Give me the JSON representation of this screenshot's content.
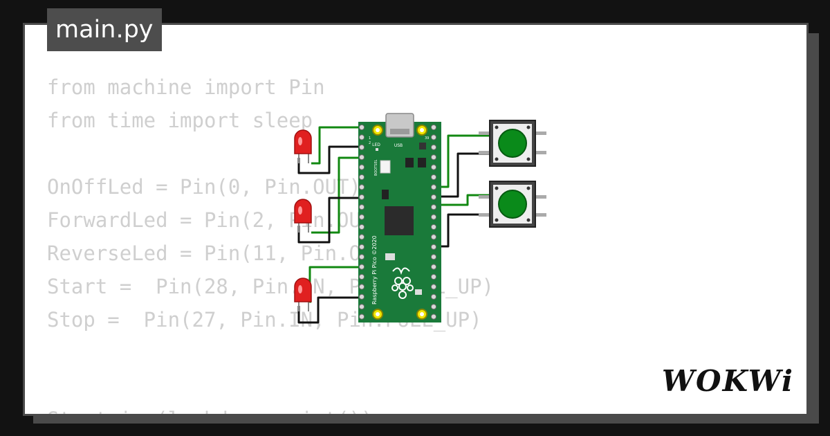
{
  "tab": {
    "filename": "main.py"
  },
  "editor": {
    "lines": [
      "from machine import Pin",
      "from time import sleep",
      "",
      "OnOffLed = Pin(0, Pin.OUT)",
      "ForwardLed = Pin(2, Pin.OUT)",
      "ReverseLed = Pin(11, Pin.OUT)",
      "Start =  Pin(28, Pin.IN, Pin.PULL_UP)",
      "Stop =  Pin(27, Pin.IN, Pin.PULL_UP)",
      "",
      "",
      "Start.irq(lambda p:print())"
    ]
  },
  "board": {
    "name_label": "Raspberry Pi Pico ©2020",
    "bootsel_label": "BOOTSEL",
    "usb_label": "USB",
    "led_label": "LED",
    "pin1_label": "1",
    "pin2_label": "2",
    "pin40_label": "39",
    "pcb_color": "#1a7a3a"
  },
  "colors": {
    "wire_green": "#118811",
    "wire_black": "#111111",
    "led_red": "#e02020",
    "button_green": "#0a8a1a"
  },
  "logo": {
    "text": "WOKWi"
  }
}
